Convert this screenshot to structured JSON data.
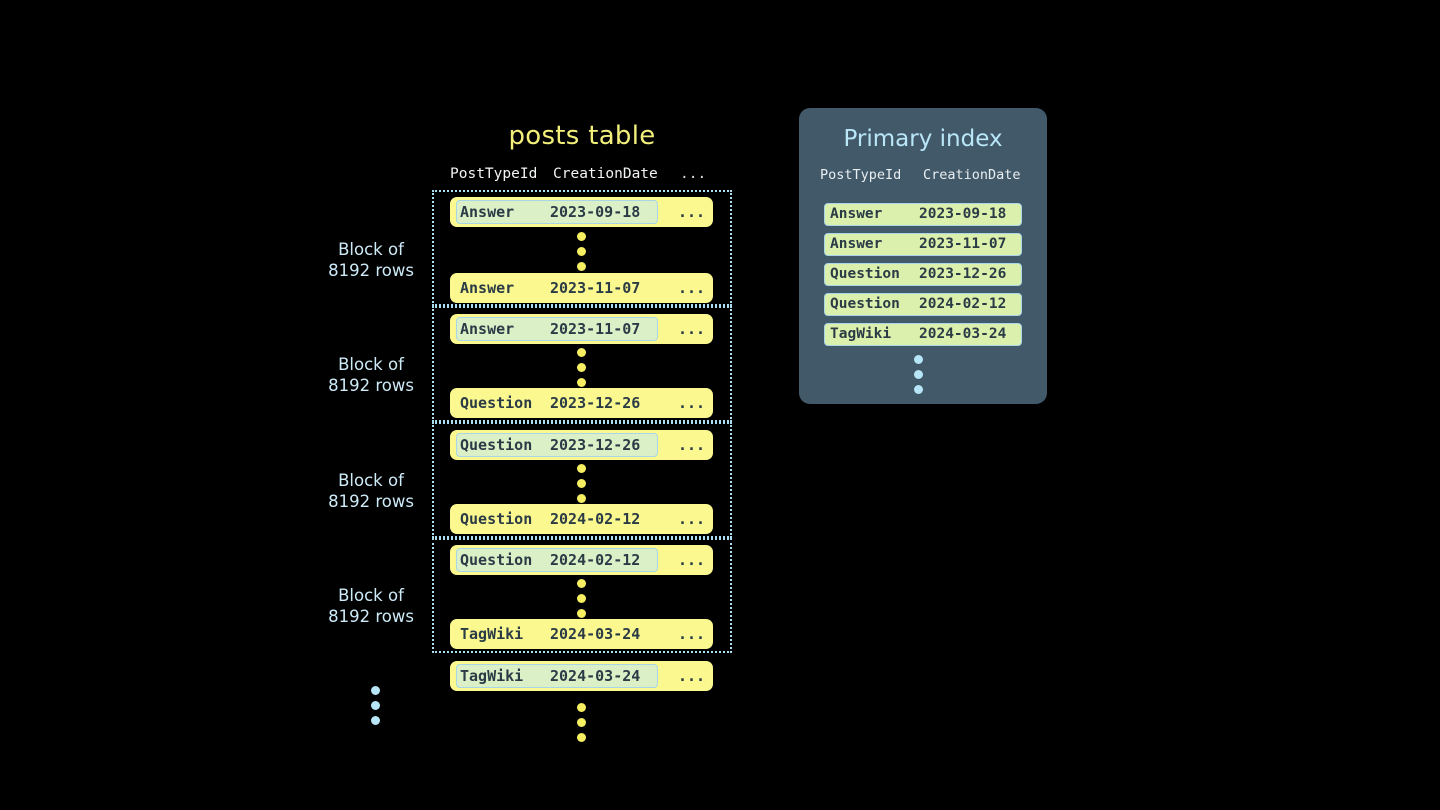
{
  "posts_table": {
    "title": "posts table",
    "columns": {
      "post_type_id": "PostTypeId",
      "creation_date": "CreationDate",
      "more": "..."
    },
    "blocks": [
      {
        "label_line1": "Block of",
        "label_line2": "8192 rows",
        "first_row": {
          "post_type_id": "Answer",
          "creation_date": "2023-09-18",
          "more": "...",
          "highlighted": true
        },
        "last_row": {
          "post_type_id": "Answer",
          "creation_date": "2023-11-07",
          "more": "...",
          "highlighted": false
        }
      },
      {
        "label_line1": "Block of",
        "label_line2": "8192 rows",
        "first_row": {
          "post_type_id": "Answer",
          "creation_date": "2023-11-07",
          "more": "...",
          "highlighted": true
        },
        "last_row": {
          "post_type_id": "Question",
          "creation_date": "2023-12-26",
          "more": "...",
          "highlighted": false
        }
      },
      {
        "label_line1": "Block of",
        "label_line2": "8192 rows",
        "first_row": {
          "post_type_id": "Question",
          "creation_date": "2023-12-26",
          "more": "...",
          "highlighted": true
        },
        "last_row": {
          "post_type_id": "Question",
          "creation_date": "2024-02-12",
          "more": "...",
          "highlighted": false
        }
      },
      {
        "label_line1": "Block of",
        "label_line2": "8192 rows",
        "first_row": {
          "post_type_id": "Question",
          "creation_date": "2024-02-12",
          "more": "...",
          "highlighted": true
        },
        "last_row": {
          "post_type_id": "TagWiki",
          "creation_date": "2024-03-24",
          "more": "...",
          "highlighted": false
        }
      }
    ],
    "trailing_row": {
      "post_type_id": "TagWiki",
      "creation_date": "2024-03-24",
      "more": "...",
      "highlighted": true
    },
    "ellipsis_glyph": "vertical-ellipsis"
  },
  "primary_index": {
    "title": "Primary index",
    "columns": {
      "post_type_id": "PostTypeId",
      "creation_date": "CreationDate"
    },
    "rows": [
      {
        "post_type_id": "Answer",
        "creation_date": "2023-09-18"
      },
      {
        "post_type_id": "Answer",
        "creation_date": "2023-11-07"
      },
      {
        "post_type_id": "Question",
        "creation_date": "2023-12-26"
      },
      {
        "post_type_id": "Question",
        "creation_date": "2024-02-12"
      },
      {
        "post_type_id": "TagWiki",
        "creation_date": "2024-03-24"
      }
    ],
    "ellipsis_glyph": "vertical-ellipsis"
  },
  "colors": {
    "background": "#000000",
    "row_yellow": "#fbf88f",
    "highlight_mint": "#dcf0c8",
    "index_mint": "#dcf0ae",
    "panel_slate": "#42596a",
    "accent_blue": "#b9e7f8",
    "title_yellow": "#f2ef7a",
    "text_dark": "#2a3b46",
    "dot_yellow": "#f7ef62",
    "dot_blue": "#b6e6f7"
  }
}
